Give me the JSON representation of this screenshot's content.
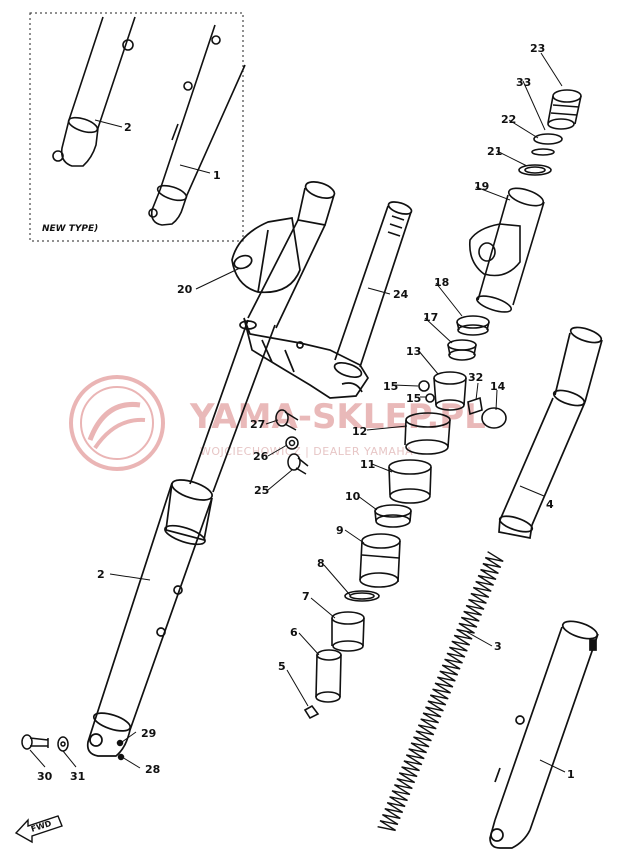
{
  "diagram": {
    "inset_label": "NEW TYPE)",
    "watermark": {
      "title": "YAMA-SKLEP.PL",
      "subtitle": "WOJCIECHOWICZ | DEALER YAMAHA"
    },
    "direction_label": "FWD",
    "callouts": [
      "1",
      "1",
      "2",
      "2",
      "3",
      "4",
      "5",
      "6",
      "7",
      "8",
      "9",
      "10",
      "11",
      "12",
      "13",
      "14",
      "15",
      "15",
      "17",
      "18",
      "19",
      "20",
      "21",
      "22",
      "23",
      "24",
      "25",
      "26",
      "27",
      "28",
      "29",
      "30",
      "31",
      "32",
      "33"
    ]
  }
}
